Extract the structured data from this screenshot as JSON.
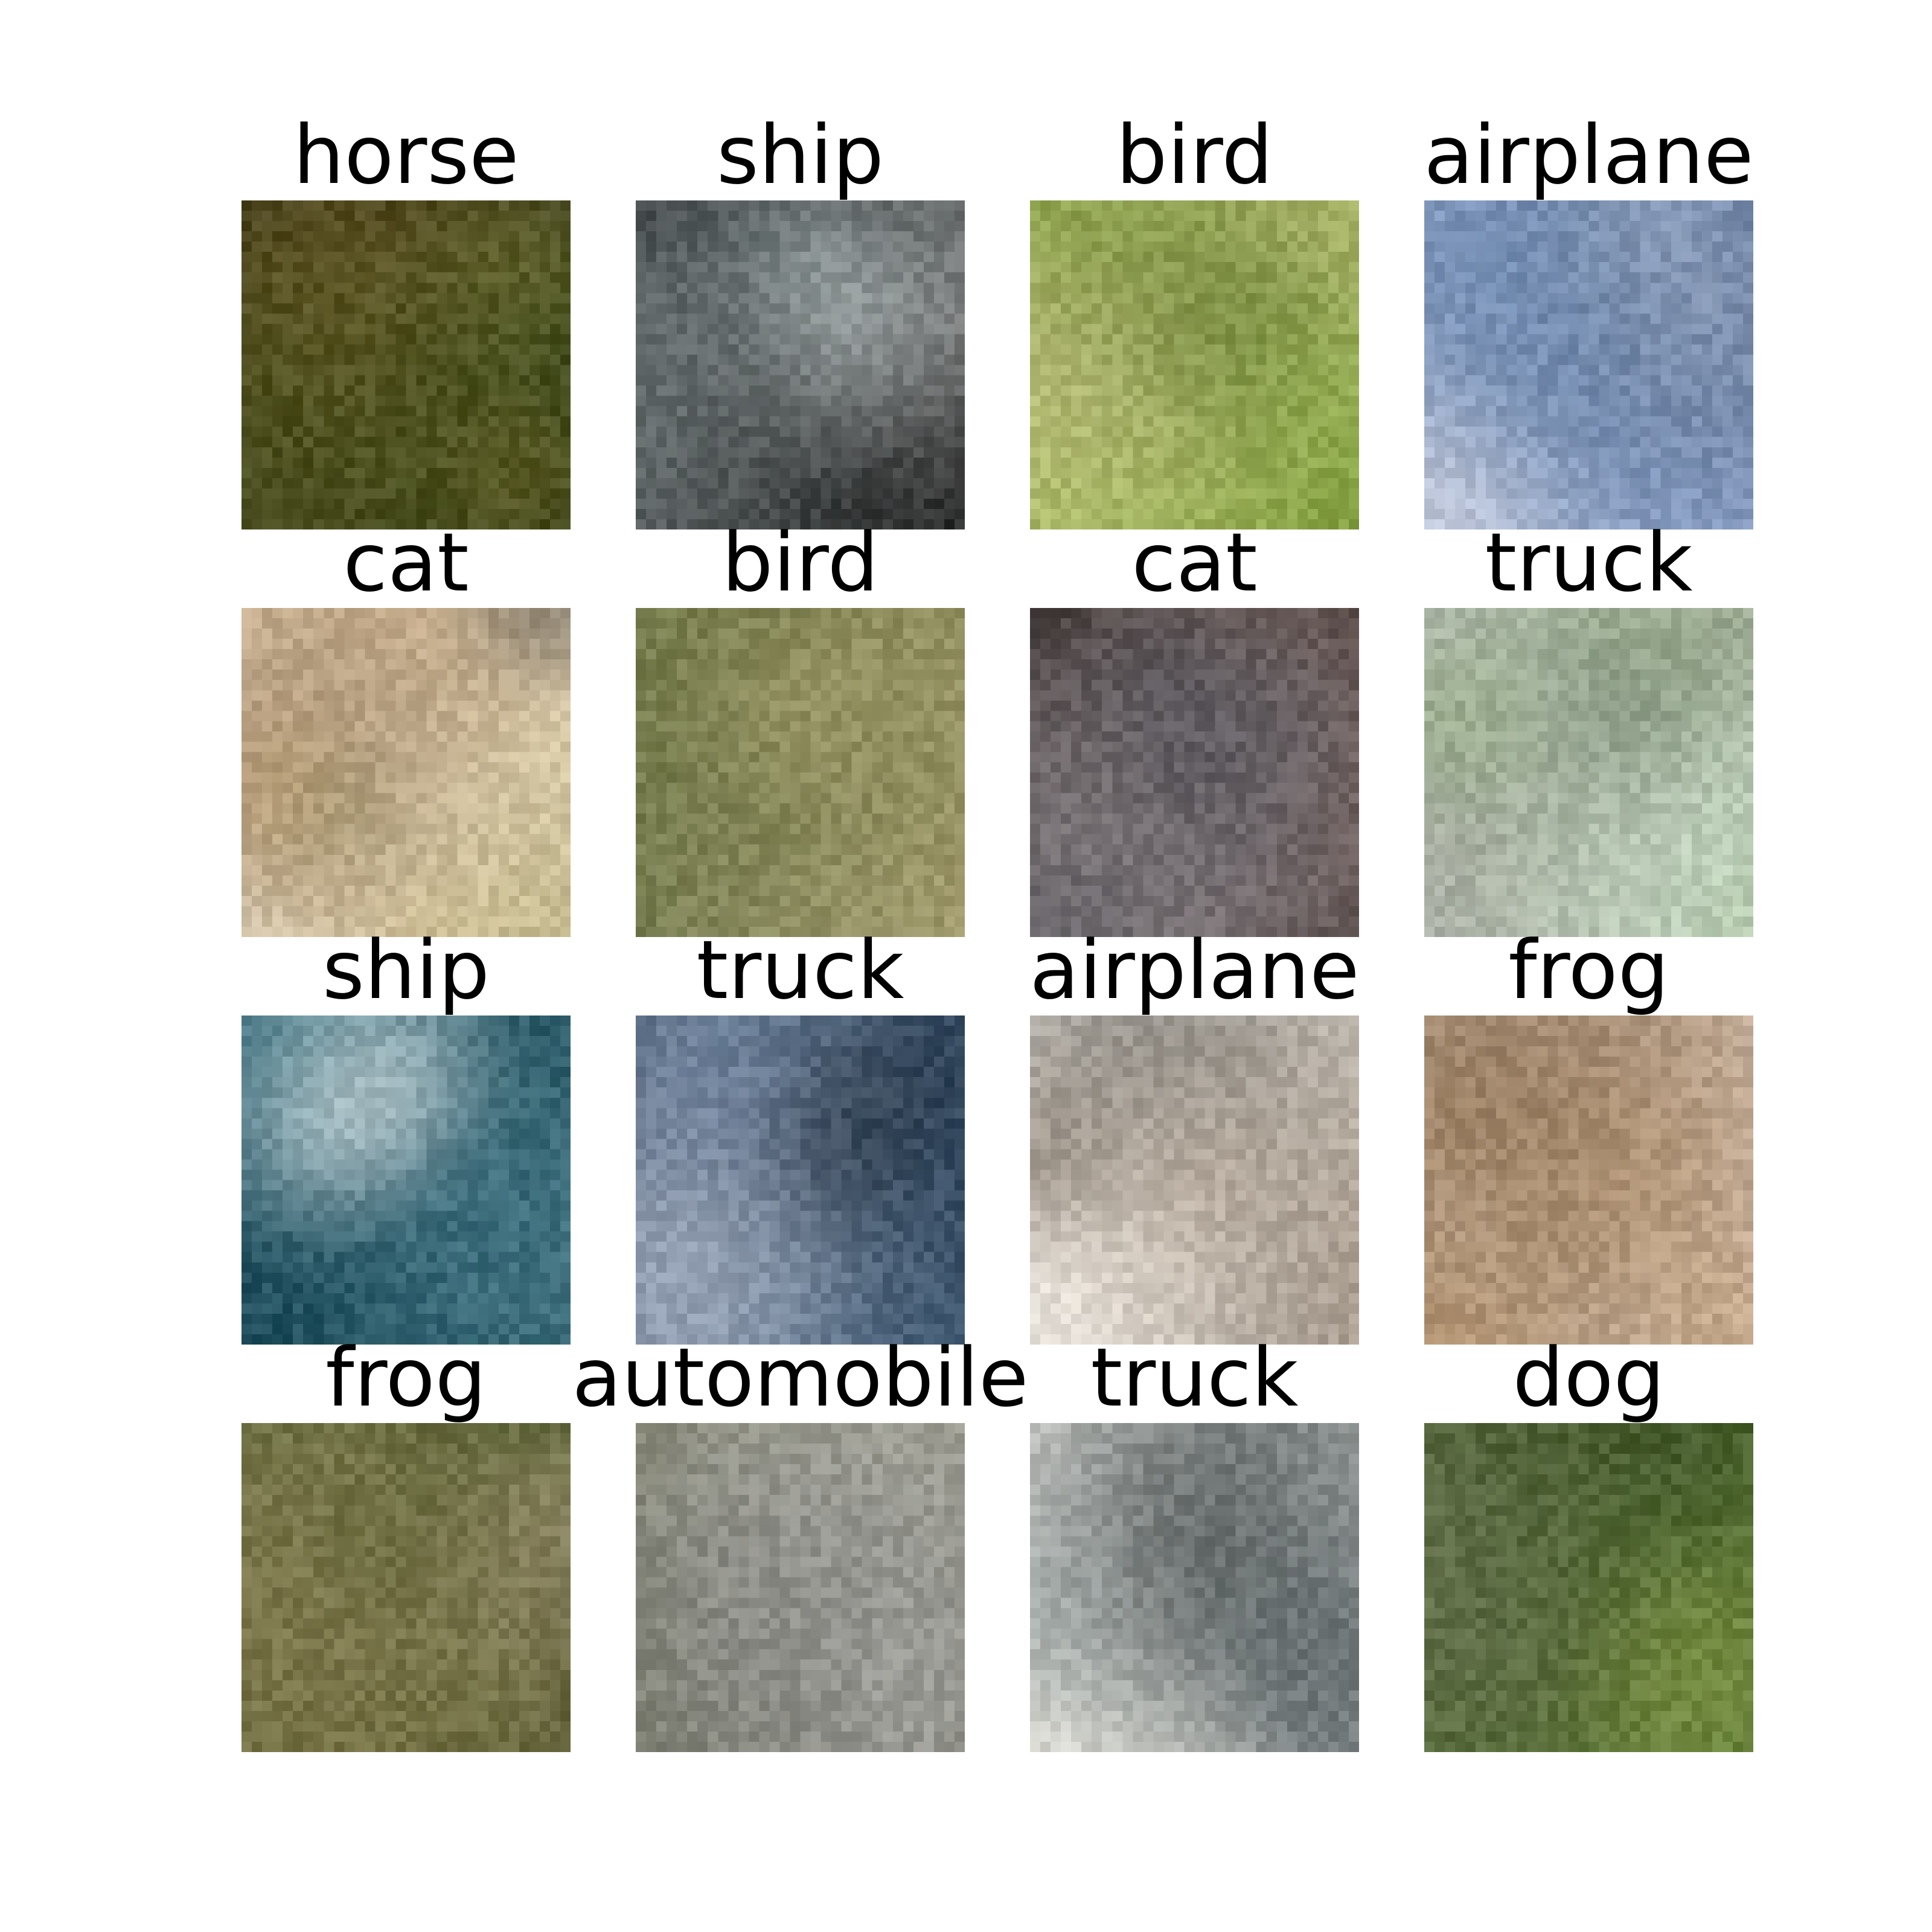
{
  "figure": {
    "background": "#ffffff",
    "rows": 4,
    "cols": 4
  },
  "samples": [
    {
      "label": "horse",
      "palette": [
        "#0b0f05",
        "#3f5a1e",
        "#7a6a2a",
        "#c9a04a",
        "#b9b45a",
        "#2d3a14"
      ]
    },
    {
      "label": "ship",
      "palette": [
        "#000000",
        "#dfeff0",
        "#ffffff",
        "#7b8b8e",
        "#1a1a1a",
        "#bfcfd2"
      ]
    },
    {
      "label": "bird",
      "palette": [
        "#8fb04a",
        "#a9c25a",
        "#d7c79a",
        "#6c8a2c",
        "#c8d48c",
        "#4e6a1e"
      ]
    },
    {
      "label": "airplane",
      "palette": [
        "#8ea3c8",
        "#5b7aa0",
        "#2f5a6a",
        "#d7dbe6",
        "#f3ecec",
        "#3c4e6c"
      ]
    },
    {
      "label": "cat",
      "palette": [
        "#f2ecdc",
        "#2a2a2a",
        "#d89a4a",
        "#c9b7a8",
        "#6e7a4a",
        "#f0c67a"
      ]
    },
    {
      "label": "bird",
      "palette": [
        "#5d6a3c",
        "#8a8a5a",
        "#d8c090",
        "#a39e74",
        "#6e7450",
        "#bfae7a"
      ]
    },
    {
      "label": "cat",
      "palette": [
        "#000000",
        "#0d1620",
        "#e8e8f0",
        "#8ea0b8",
        "#c8a8a0",
        "#3c4a5c"
      ]
    },
    {
      "label": "truck",
      "palette": [
        "#e9f0f3",
        "#6c9a4a",
        "#2f7a6a",
        "#7a7a6a",
        "#4e7a2e",
        "#2a3a2a"
      ]
    },
    {
      "label": "ship",
      "palette": [
        "#1e4c5a",
        "#c9e1e6",
        "#6ea1ad",
        "#ffffff",
        "#2d5f70",
        "#0e2a34"
      ]
    },
    {
      "label": "truck",
      "palette": [
        "#2a3e55",
        "#cfd6e6",
        "#7e8fb0",
        "#1a1f2a",
        "#a8b3c8",
        "#3f5f7a"
      ]
    },
    {
      "label": "airplane",
      "palette": [
        "#f3eee6",
        "#2e2a24",
        "#d7c2aa",
        "#5c4b3c",
        "#a6907c",
        "#ffffff"
      ]
    },
    {
      "label": "frog",
      "palette": [
        "#e7d6c6",
        "#6e4a2a",
        "#b48a5a",
        "#7a6a52",
        "#c8b09a",
        "#4e3a22"
      ]
    },
    {
      "label": "frog",
      "palette": [
        "#4e5a2a",
        "#d0c0a0",
        "#2a2a1e",
        "#7a6a3a",
        "#b0a07a",
        "#6a7a3a"
      ]
    },
    {
      "label": "automobile",
      "palette": [
        "#7a7a62",
        "#e6e6e6",
        "#4e4e4e",
        "#a0a0a0",
        "#5c6050",
        "#c8c8c8"
      ]
    },
    {
      "label": "truck",
      "palette": [
        "#f0eee4",
        "#000000",
        "#2e3a44",
        "#bfc8c8",
        "#7a8a8a",
        "#dedede"
      ]
    },
    {
      "label": "dog",
      "palette": [
        "#4e6a2e",
        "#c8a07a",
        "#f0e2d6",
        "#6e4e2e",
        "#8aa04a",
        "#2e3a1e"
      ]
    }
  ]
}
